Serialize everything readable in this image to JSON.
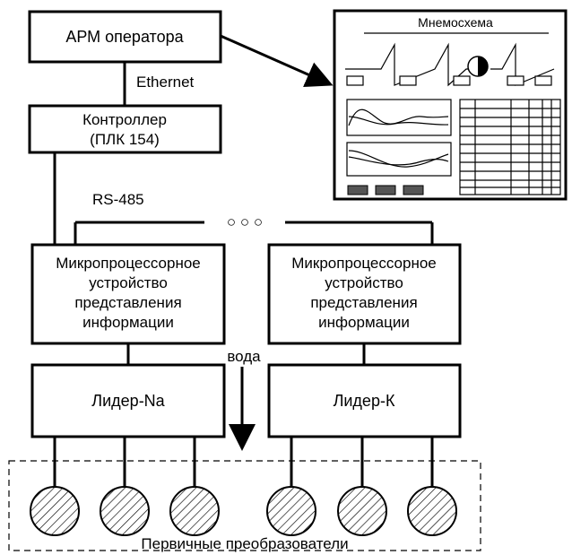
{
  "arm": {
    "label": "АРМ оператора"
  },
  "link_ethernet": {
    "label": "Ethernet"
  },
  "controller": {
    "line1": "Контроллер",
    "line2": "(ПЛК 154)"
  },
  "link_rs485": {
    "label": "RS-485"
  },
  "ellipsis": "○ ○ ○",
  "display_unit_left": {
    "lines": [
      "Микропроцессорное",
      "устройство",
      "представления",
      "информации"
    ]
  },
  "display_unit_right": {
    "lines": [
      "Микропроцессорное",
      "устройство",
      "представления",
      "информации"
    ]
  },
  "analyzer_na": {
    "label": "Лидер-Na"
  },
  "analyzer_k": {
    "label": "Лидер-К"
  },
  "water": {
    "label": "вода"
  },
  "sensors": {
    "label": "Первичные преобразователи"
  },
  "mimic": {
    "title": "Мнемосхема"
  }
}
